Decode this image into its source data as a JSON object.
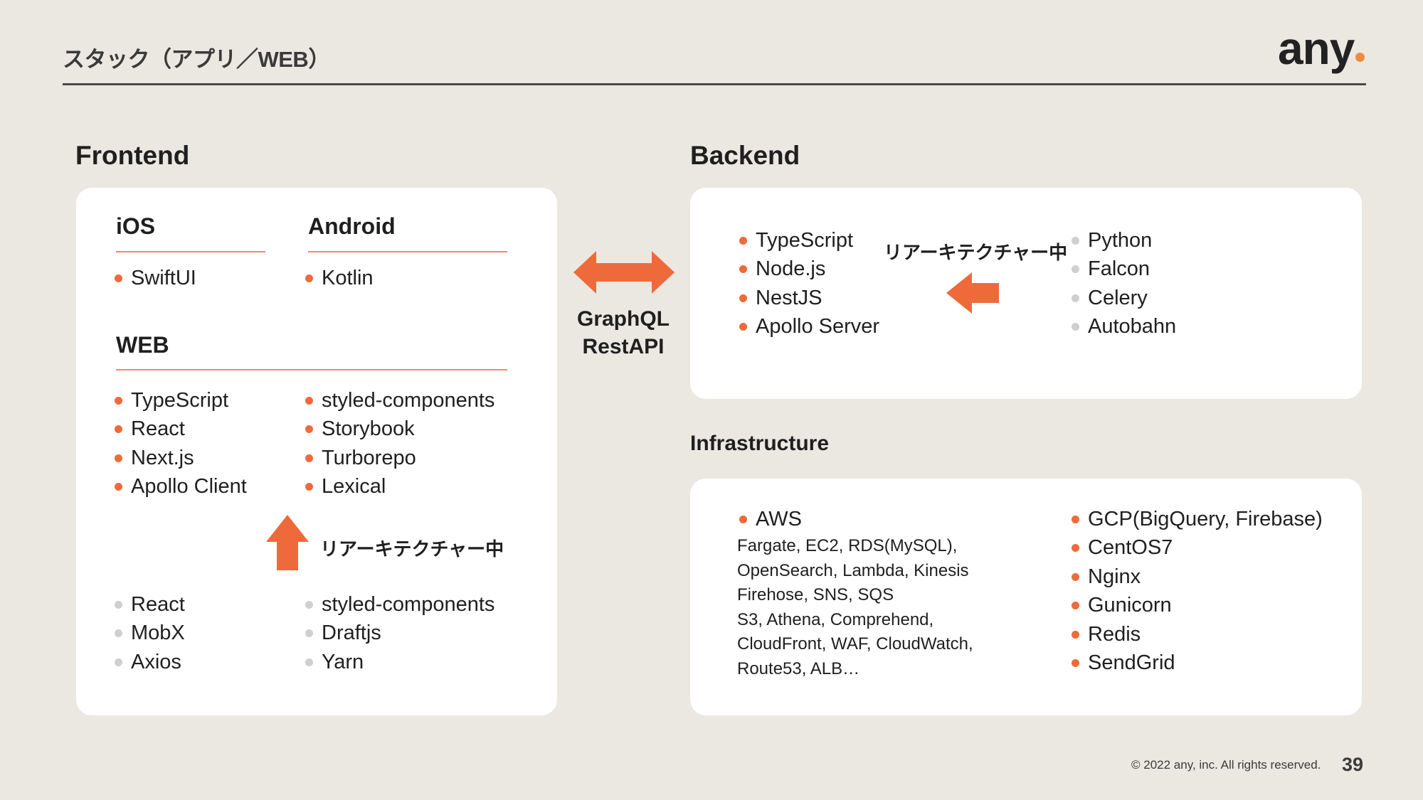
{
  "header": {
    "title": "スタック（アプリ／WEB）",
    "logo": "any"
  },
  "frontend": {
    "title": "Frontend",
    "ios": {
      "title": "iOS",
      "items": [
        "SwiftUI"
      ]
    },
    "android": {
      "title": "Android",
      "items": [
        "Kotlin"
      ]
    },
    "web": {
      "title": "WEB",
      "current_left": [
        "TypeScript",
        "React",
        "Next.js",
        "Apollo Client"
      ],
      "current_right": [
        "styled-components",
        "Storybook",
        "Turborepo",
        "Lexical"
      ],
      "rearch_label": "リアーキテクチャー中",
      "legacy_left": [
        "React",
        "MobX",
        "Axios"
      ],
      "legacy_right": [
        "styled-components",
        "Draftjs",
        "Yarn"
      ]
    }
  },
  "api": {
    "line1": "GraphQL",
    "line2": "RestAPI"
  },
  "backend": {
    "title": "Backend",
    "current": [
      "TypeScript",
      "Node.js",
      "NestJS",
      "Apollo Server"
    ],
    "rearch_label": "リアーキテクチャー中",
    "legacy": [
      "Python",
      "Falcon",
      "Celery",
      "Autobahn"
    ]
  },
  "infrastructure": {
    "title": "Infrastructure",
    "aws_label": "AWS",
    "aws_details": [
      "Fargate, EC2, RDS(MySQL),",
      "OpenSearch, Lambda, Kinesis",
      "Firehose, SNS, SQS",
      "S3, Athena, Comprehend,",
      "CloudFront, WAF, CloudWatch,",
      "Route53, ALB…"
    ],
    "others": [
      "GCP(BigQuery, Firebase)",
      "CentOS7",
      "Nginx",
      "Gunicorn",
      "Redis",
      "SendGrid"
    ]
  },
  "footer": {
    "copyright": "© 2022 any, inc. All rights reserved.",
    "page": "39"
  },
  "colors": {
    "background": "#ebe8e2",
    "accent": "#ef6a3a",
    "accent_light": "#ee8a62",
    "bullet_gray": "#cfcfcf"
  }
}
